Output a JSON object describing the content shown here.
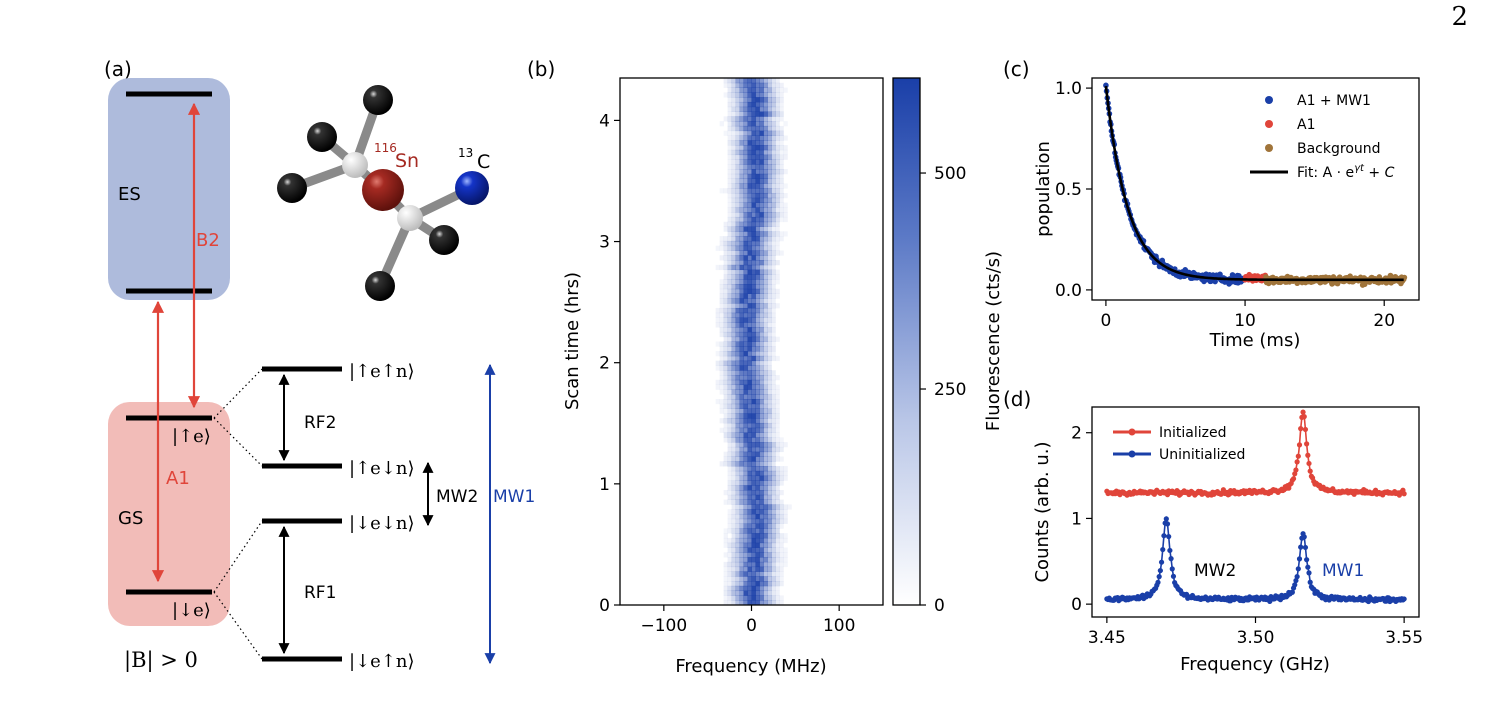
{
  "page_number": "2",
  "colors": {
    "red": "#e0453a",
    "blue": "#1a3fa8",
    "brown": "#a0743a",
    "es_box": "#aebbdc",
    "gs_box": "#f2bcb8",
    "sn": "#a52a22",
    "c13": "#1434c8"
  },
  "panel_a": {
    "label": "(a)",
    "es_label": "ES",
    "gs_label": "GS",
    "b2_label": "B2",
    "a1_label": "A1",
    "rf1_label": "RF1",
    "rf2_label": "RF2",
    "mw2_label": "MW2",
    "mw1_label": "MW1",
    "gs_up": "|↑e⟩",
    "gs_down": "|↓e⟩",
    "s_upup": "|↑e↑n⟩",
    "s_updown": "|↑e↓n⟩",
    "s_downdown": "|↓e↓n⟩",
    "s_downup": "|↓e↑n⟩",
    "bfield": "|B| > 0",
    "sn_mass": "116",
    "sn_symbol": "Sn",
    "c_mass": "13",
    "c_symbol": "C"
  },
  "panel_b": {
    "label": "(b)",
    "chart_data": {
      "type": "heatmap",
      "xlabel": "Frequency (MHz)",
      "ylabel": "Scan time (hrs)",
      "xlim": [
        -150,
        150
      ],
      "ylim": [
        0,
        4.35
      ],
      "xticks": [
        -100,
        0,
        100
      ],
      "xtick_labels": [
        "−100",
        "0",
        "100"
      ],
      "yticks": [
        0,
        1,
        2,
        3,
        4
      ],
      "ytick_labels": [
        "0",
        "1",
        "2",
        "3",
        "4"
      ],
      "colorbar": {
        "label": "Fluorescence (cts/s)",
        "range": [
          0,
          610
        ],
        "ticks": [
          0,
          250,
          500
        ],
        "tick_labels": [
          "0",
          "250",
          "500"
        ]
      },
      "line_center_mhz": 0,
      "line_fwhm_mhz": 30,
      "peak_cts_per_s": 600
    }
  },
  "panel_c": {
    "label": "(c)",
    "chart_data": {
      "type": "scatter",
      "xlabel": "Time (ms)",
      "ylabel": "population",
      "xlim": [
        -1,
        22.5
      ],
      "ylim": [
        -0.05,
        1.05
      ],
      "xticks": [
        0,
        10,
        20
      ],
      "xtick_labels": [
        "0",
        "10",
        "20"
      ],
      "yticks": [
        0,
        0.5,
        1.0
      ],
      "ytick_labels": [
        "0.0",
        "0.5",
        "1.0"
      ],
      "legend_position": "top-right",
      "series": [
        {
          "name": "A1 + MW1",
          "x_range": [
            0,
            10
          ],
          "model": {
            "A": 0.96,
            "gamma": -0.63,
            "C": 0.05
          }
        },
        {
          "name": "A1",
          "x_range": [
            10,
            11.5
          ],
          "mean": 0.06
        },
        {
          "name": "Background",
          "x_range": [
            11.5,
            21.5
          ],
          "mean": 0.05
        }
      ],
      "fit": {
        "name": "Fit: A·e^{γt} + C",
        "A": 0.96,
        "gamma": -0.63,
        "C": 0.05
      },
      "legend": [
        "A1 + MW1",
        "A1",
        "Background",
        "Fit: A · e"
      ]
    }
  },
  "panel_d": {
    "label": "(d)",
    "chart_data": {
      "type": "line",
      "xlabel": "Frequency (GHz)",
      "ylabel": "Counts (arb. u.)",
      "xlim": [
        3.445,
        3.555
      ],
      "ylim": [
        -0.15,
        2.3
      ],
      "xticks": [
        3.45,
        3.5,
        3.55
      ],
      "xtick_labels": [
        "3.45",
        "3.50",
        "3.55"
      ],
      "yticks": [
        0,
        1,
        2
      ],
      "ytick_labels": [
        "0",
        "1",
        "2"
      ],
      "legend_position": "top-left",
      "series": [
        {
          "name": "Initialized",
          "baseline": 1.3,
          "peaks": [
            {
              "x": 3.516,
              "height": 0.95,
              "width": 0.0015
            }
          ]
        },
        {
          "name": "Uninitialized",
          "baseline": 0.05,
          "peaks": [
            {
              "x": 3.47,
              "height": 0.95,
              "width": 0.0015
            },
            {
              "x": 3.516,
              "height": 0.78,
              "width": 0.0015
            }
          ]
        }
      ],
      "annotations": [
        "MW2",
        "MW1"
      ]
    }
  }
}
